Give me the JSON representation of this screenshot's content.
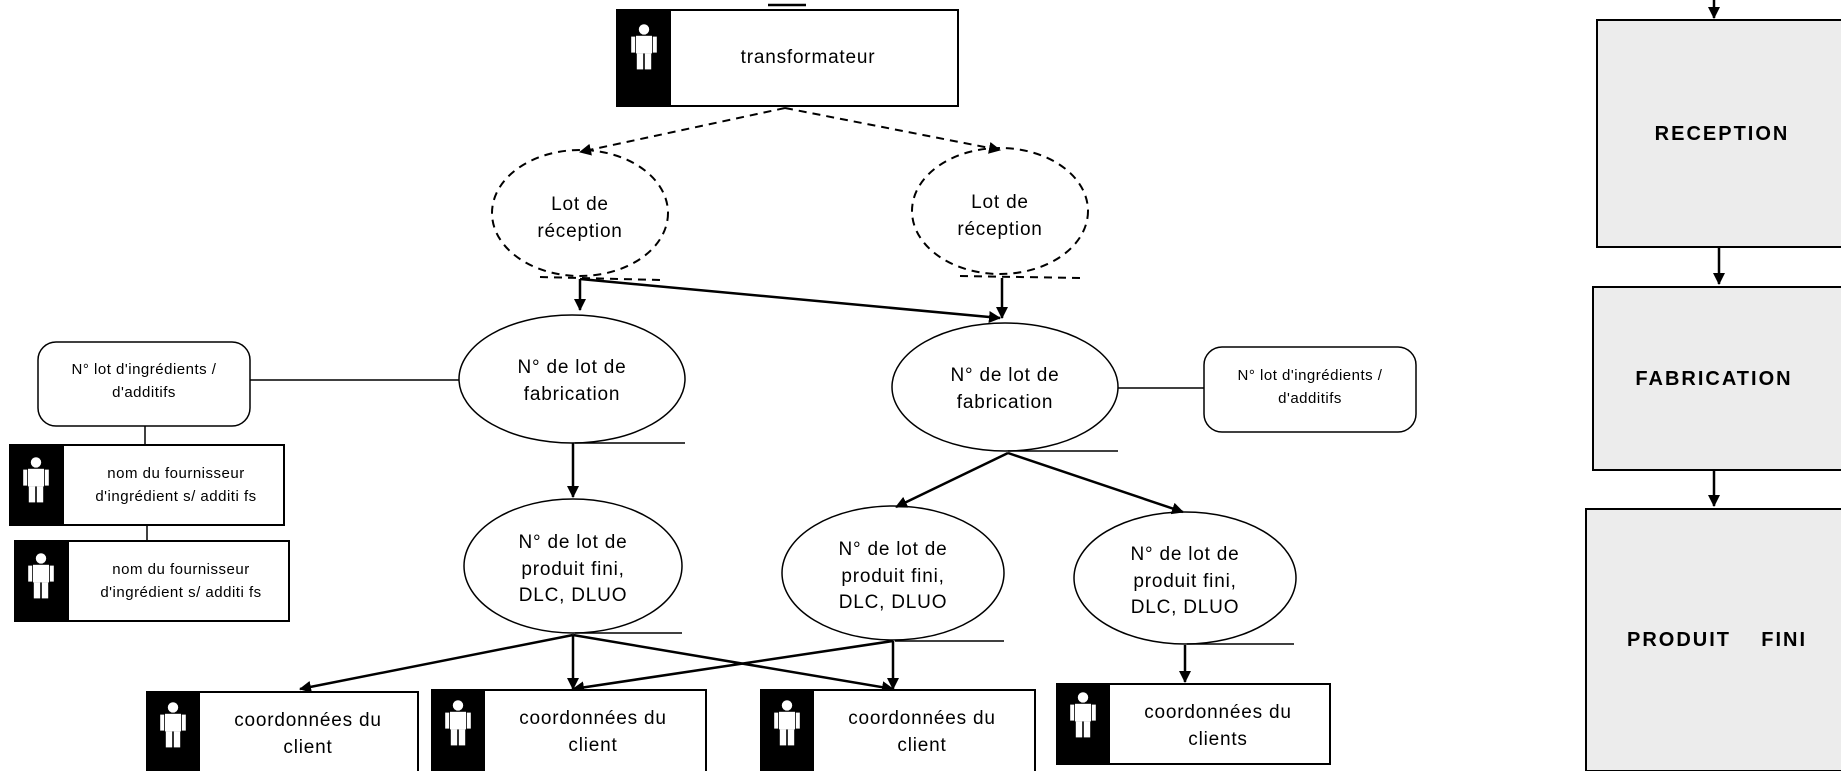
{
  "actors": {
    "transformer": "transformateur",
    "supplier_1": [
      "nom du fournisseur",
      "d'ingrédient s/ additi fs"
    ],
    "supplier_2": [
      "nom du fournisseur",
      "d'ingrédient s/ additi fs"
    ],
    "client_1": [
      "coordonnées du",
      "client"
    ],
    "client_2": [
      "coordonnées du",
      "client"
    ],
    "client_3": [
      "coordonnées du",
      "client"
    ],
    "client_4": [
      "coordonnées du",
      "clients"
    ]
  },
  "nodes": {
    "reception_lot_left": [
      "Lot de",
      "réception"
    ],
    "reception_lot_right": [
      "Lot de",
      "réception"
    ],
    "manufacturing_lot_left": [
      "N° de lot de",
      "fabrication"
    ],
    "manufacturing_lot_right": [
      "N° de lot de",
      "fabrication"
    ],
    "finished_product_left": [
      "N° de lot de",
      "produit fini,",
      "DLC, DLUO"
    ],
    "finished_product_mid": [
      "N° de lot de",
      "produit fini,",
      "DLC, DLUO"
    ],
    "finished_product_right": [
      "N° de lot de",
      "produit fini,",
      "DLC, DLUO"
    ],
    "ingredient_lot_left": [
      "N° lot d'ingrédients /",
      "d'additifs"
    ],
    "ingredient_lot_right": [
      "N° lot d'ingrédients /",
      "d'additifs"
    ]
  },
  "stages": {
    "reception": "RECEPTION",
    "manufacturing": "FABRICATION",
    "finished_product": "PRODUIT    FINI"
  },
  "colors": {
    "stage_fill": "#ececec",
    "line": "#000000",
    "background": "#ffffff"
  },
  "icons": {
    "actor": "person-icon"
  }
}
